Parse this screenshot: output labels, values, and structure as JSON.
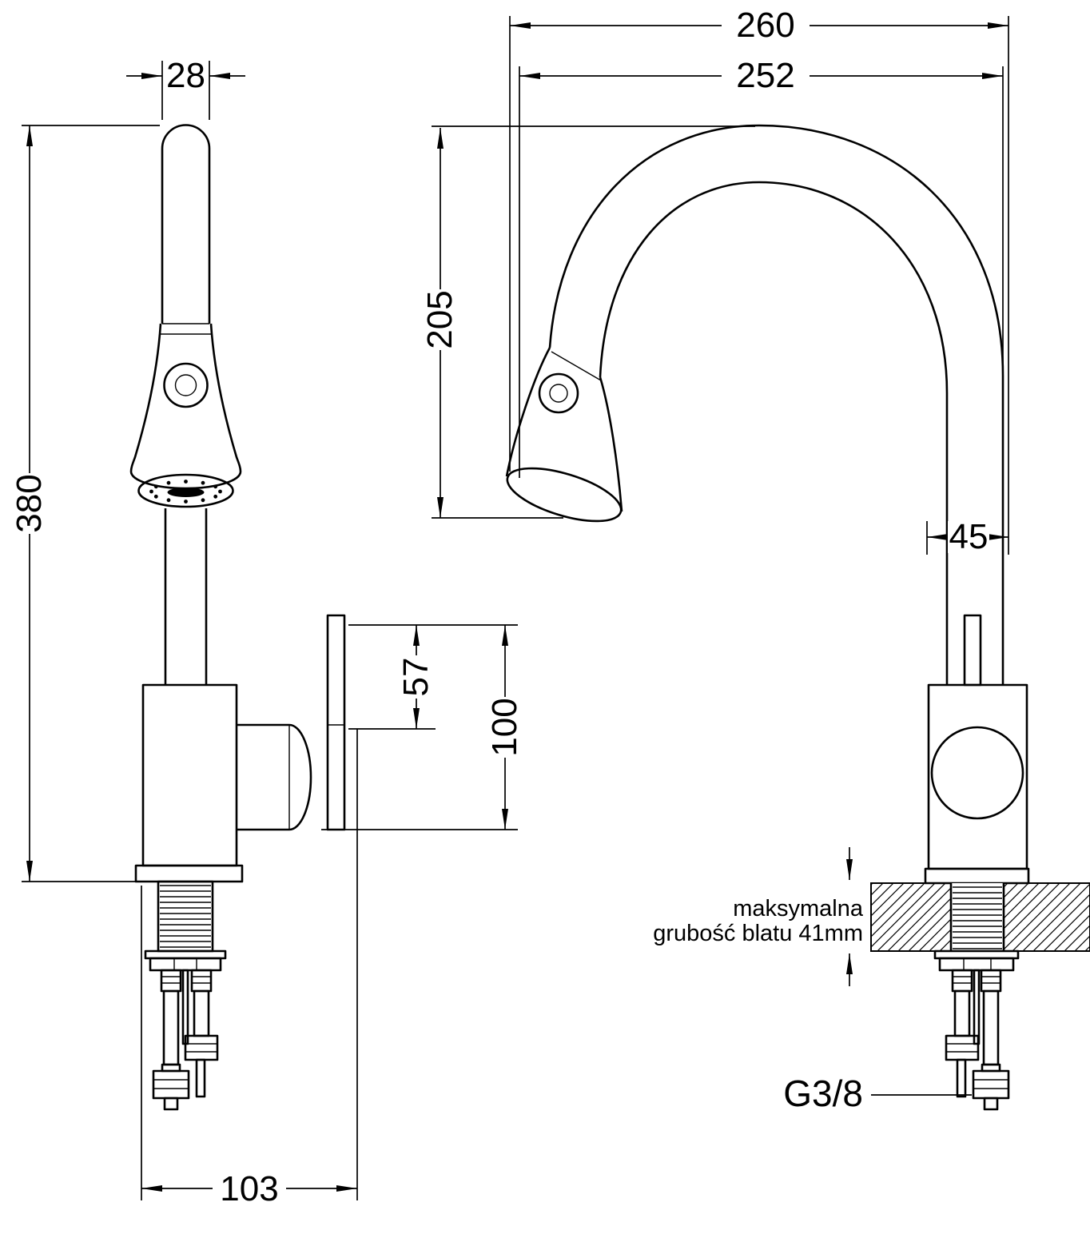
{
  "drawing": {
    "type": "technical-dimension-drawing",
    "subject": "kitchen faucet with pull-out spray, front and side views"
  },
  "dims": {
    "d28": "28",
    "d380": "380",
    "d260": "260",
    "d252": "252",
    "d205": "205",
    "d45": "45",
    "d57": "57",
    "d100": "100",
    "d103": "103"
  },
  "labels": {
    "thread": "G3/8",
    "note_line1": "maksymalna",
    "note_line2": "grubość blatu 41mm"
  },
  "colors": {
    "line": "#000000",
    "background": "#ffffff"
  }
}
